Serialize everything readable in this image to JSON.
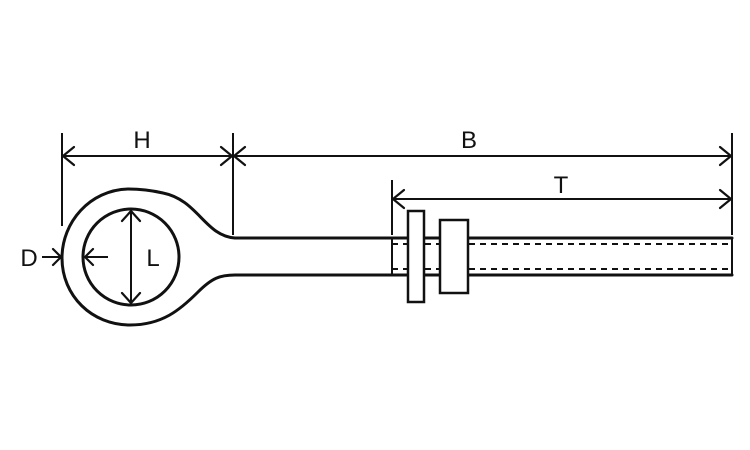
{
  "labels": {
    "H": "H",
    "B": "B",
    "T": "T",
    "D": "D",
    "L": "L"
  }
}
